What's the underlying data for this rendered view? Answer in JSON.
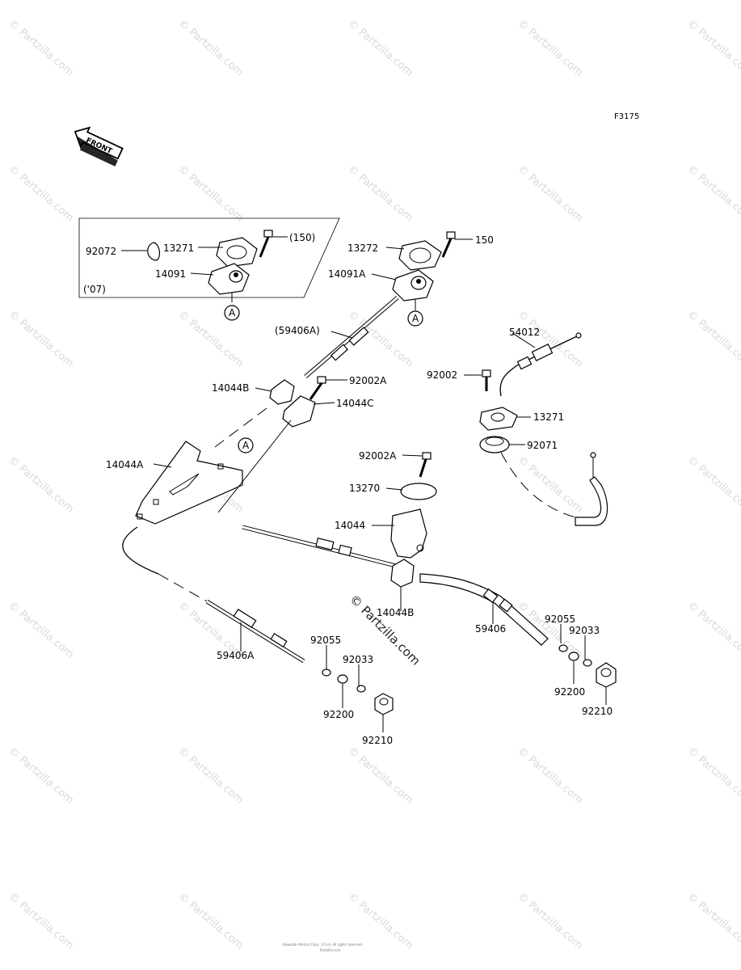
{
  "figure_id": "F3175",
  "front_arrow_label": "FRONT",
  "inset_note": "('07)",
  "ref_marker": "A",
  "parts": {
    "p92072": "92072",
    "p13271_inset": "13271",
    "p150_inset": "(150)",
    "p14091": "14091",
    "p13272": "13272",
    "p150": "150",
    "p14091A": "14091A",
    "p59406A_paren": "(59406A)",
    "p54012": "54012",
    "p92002": "92002",
    "p14044B_top": "14044B",
    "p92002A_top": "92002A",
    "p14044C": "14044C",
    "p13271": "13271",
    "p14044A": "14044A",
    "p92071": "92071",
    "p92002A_mid": "92002A",
    "p13270": "13270",
    "p14044": "14044",
    "p14044B_mid": "14044B",
    "p59406": "59406",
    "p92055_right": "92055",
    "p92033_right": "92033",
    "p92200_right": "92200",
    "p92210_right": "92210",
    "p59406A": "59406A",
    "p92055_left": "92055",
    "p92033_left": "92033",
    "p92200_left": "92200",
    "p92210_left": "92210"
  },
  "watermark": "© Partzilla.com",
  "center_watermark": "© Partzilla.com",
  "footer_line1": "Kawasaki Motors Corp., U.S.A. All rights reserved.",
  "footer_line2": "Partzilla.com"
}
